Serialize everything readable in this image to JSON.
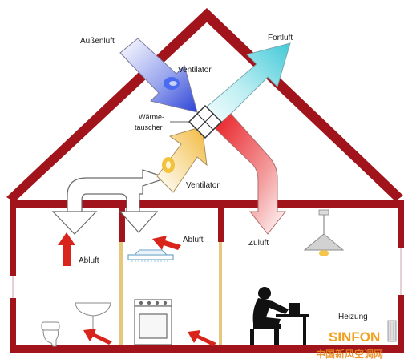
{
  "labels": {
    "aussenluft": "Außenluft",
    "fortluft": "Fortluft",
    "ventilator_top": "Ventilator",
    "waerme_line1": "Wärme-",
    "waerme_line2": "tauscher",
    "ventilator_bottom": "Ventilator",
    "abluft_left": "Abluft",
    "abluft_kitchen": "Abluft",
    "zuluft": "Zuluft",
    "heizung": "Heizung"
  },
  "watermark": {
    "brand": "SINFON",
    "subtitle": "中国新风空调网"
  },
  "colors": {
    "wall": "#a1141b",
    "outside_air": "#2c43d6",
    "exhaust_air": "#43c9d8",
    "supply_air": "#e81e24",
    "extract_air": "#f3b63a",
    "small_arrow": "#d8241b",
    "pillar": "#e7c77e"
  }
}
